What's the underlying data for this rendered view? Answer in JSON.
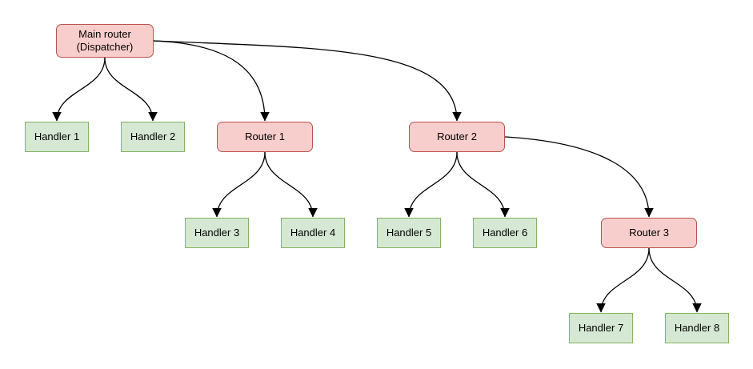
{
  "colors": {
    "router_fill": "#f8cecc",
    "router_border": "#b85450",
    "handler_fill": "#d5e8d4",
    "handler_border": "#82b366",
    "edge": "#000000",
    "background": "#ffffff",
    "text": "#000000"
  },
  "nodes": {
    "main_router": {
      "line1": "Main router",
      "line2": "(Dispatcher)",
      "type": "router"
    },
    "router1": {
      "label": "Router 1",
      "type": "router"
    },
    "router2": {
      "label": "Router 2",
      "type": "router"
    },
    "router3": {
      "label": "Router 3",
      "type": "router"
    },
    "handler1": {
      "label": "Handler 1",
      "type": "handler"
    },
    "handler2": {
      "label": "Handler 2",
      "type": "handler"
    },
    "handler3": {
      "label": "Handler 3",
      "type": "handler"
    },
    "handler4": {
      "label": "Handler 4",
      "type": "handler"
    },
    "handler5": {
      "label": "Handler 5",
      "type": "handler"
    },
    "handler6": {
      "label": "Handler 6",
      "type": "handler"
    },
    "handler7": {
      "label": "Handler 7",
      "type": "handler"
    },
    "handler8": {
      "label": "Handler 8",
      "type": "handler"
    }
  },
  "edges": [
    {
      "from": "main_router",
      "to": "handler1"
    },
    {
      "from": "main_router",
      "to": "handler2"
    },
    {
      "from": "main_router",
      "to": "router1"
    },
    {
      "from": "main_router",
      "to": "router2"
    },
    {
      "from": "router1",
      "to": "handler3"
    },
    {
      "from": "router1",
      "to": "handler4"
    },
    {
      "from": "router2",
      "to": "handler5"
    },
    {
      "from": "router2",
      "to": "handler6"
    },
    {
      "from": "router2",
      "to": "router3"
    },
    {
      "from": "router3",
      "to": "handler7"
    },
    {
      "from": "router3",
      "to": "handler8"
    }
  ]
}
